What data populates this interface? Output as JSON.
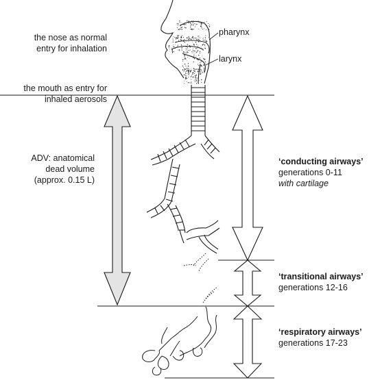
{
  "labels": {
    "nose": [
      "the nose as normal",
      "entry for inhalation"
    ],
    "mouth": [
      "the mouth as entry for",
      "inhaled aerosols"
    ],
    "adv": [
      "ADV: anatomical",
      "dead volume",
      "(approx. 0.15 L)"
    ],
    "pharynx": "pharynx",
    "larynx": "larynx",
    "conducting": {
      "title": "‘conducting airways’",
      "generations": "generations 0-11",
      "note": "with cartilage"
    },
    "transitional": {
      "title": "‘transitional airways’",
      "generations": "generations 12-16"
    },
    "respiratory": {
      "title": "‘respiratory airways’",
      "generations": "generations 17-23"
    }
  },
  "colors": {
    "line": "#1a1a1a",
    "adv_arrow_fill": "#e4e4e4",
    "stipple": "#333333"
  }
}
